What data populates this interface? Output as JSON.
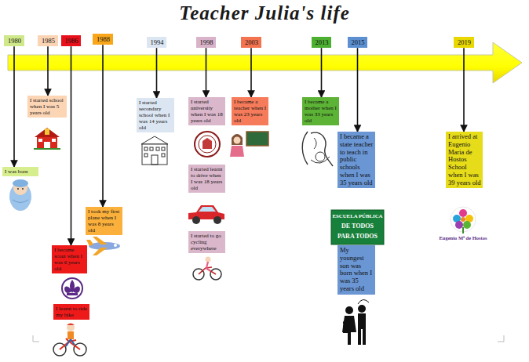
{
  "diagram": {
    "title": "Teacher Julia's life",
    "nodes": [
      {
        "text": [
          "1980"
        ]
      },
      {
        "text": [
          "1985"
        ]
      },
      {
        "text": [
          "1986"
        ]
      },
      {
        "text": [
          "1988"
        ]
      },
      {
        "text": [
          "1994"
        ]
      },
      {
        "text": [
          "1998"
        ]
      },
      {
        "text": [
          "2003"
        ]
      },
      {
        "text": [
          "2013"
        ]
      },
      {
        "text": [
          "2015"
        ]
      },
      {
        "text": [
          "2019"
        ]
      },
      {
        "text": [
          "I was born"
        ]
      },
      {
        "text": [
          "I started school when I was 5 years old"
        ]
      },
      {
        "text": [
          "I became scout when I was 6 years old"
        ]
      },
      {
        "text": [
          "I learnt to ride my bike"
        ]
      },
      {
        "text": [
          "I took my first plane when I was 8 years old"
        ]
      },
      {
        "text": [
          "I started secondary school when I was 14 years old"
        ]
      },
      {
        "text": [
          "I started university when I was 18 years old"
        ]
      },
      {
        "text": [
          "I started learnt to drive when I was 18 years old"
        ]
      },
      {
        "text": [
          "I started to go cycling everywhere"
        ]
      },
      {
        "text": [
          "I became a teacher when I was 23 years old"
        ]
      },
      {
        "text": [
          "I became a mother when I was 33 years old"
        ]
      },
      {
        "text": [
          "I became a state teacher to teach in public schools when I was 35 years old"
        ]
      },
      {
        "text": [
          "My youngest son was born when I was 35 years old"
        ]
      },
      {
        "text": [
          "I arrived at Eugenio Maria de Hostos School when I was 39 years old"
        ]
      }
    ],
    "edges": [
      {
        "from": 0,
        "to": 10,
        "arrow": "to"
      },
      {
        "from": 1,
        "to": 11,
        "arrow": "to"
      },
      {
        "from": 2,
        "to": 12,
        "arrow": "to"
      },
      {
        "from": 3,
        "to": 14,
        "arrow": "to"
      },
      {
        "from": 4,
        "to": 15,
        "arrow": "to"
      },
      {
        "from": 5,
        "to": 16,
        "arrow": "to"
      },
      {
        "from": 6,
        "to": 19,
        "arrow": "to"
      },
      {
        "from": 7,
        "to": 20,
        "arrow": "to"
      },
      {
        "from": 8,
        "to": 21,
        "arrow": "to"
      },
      {
        "from": 9,
        "to": 23,
        "arrow": "to"
      }
    ],
    "labels": [
      "ESCUELA PÚBLICA",
      "DE TODOS",
      "PARA TODOS",
      "Eugenio Mª de Hostos"
    ]
  }
}
